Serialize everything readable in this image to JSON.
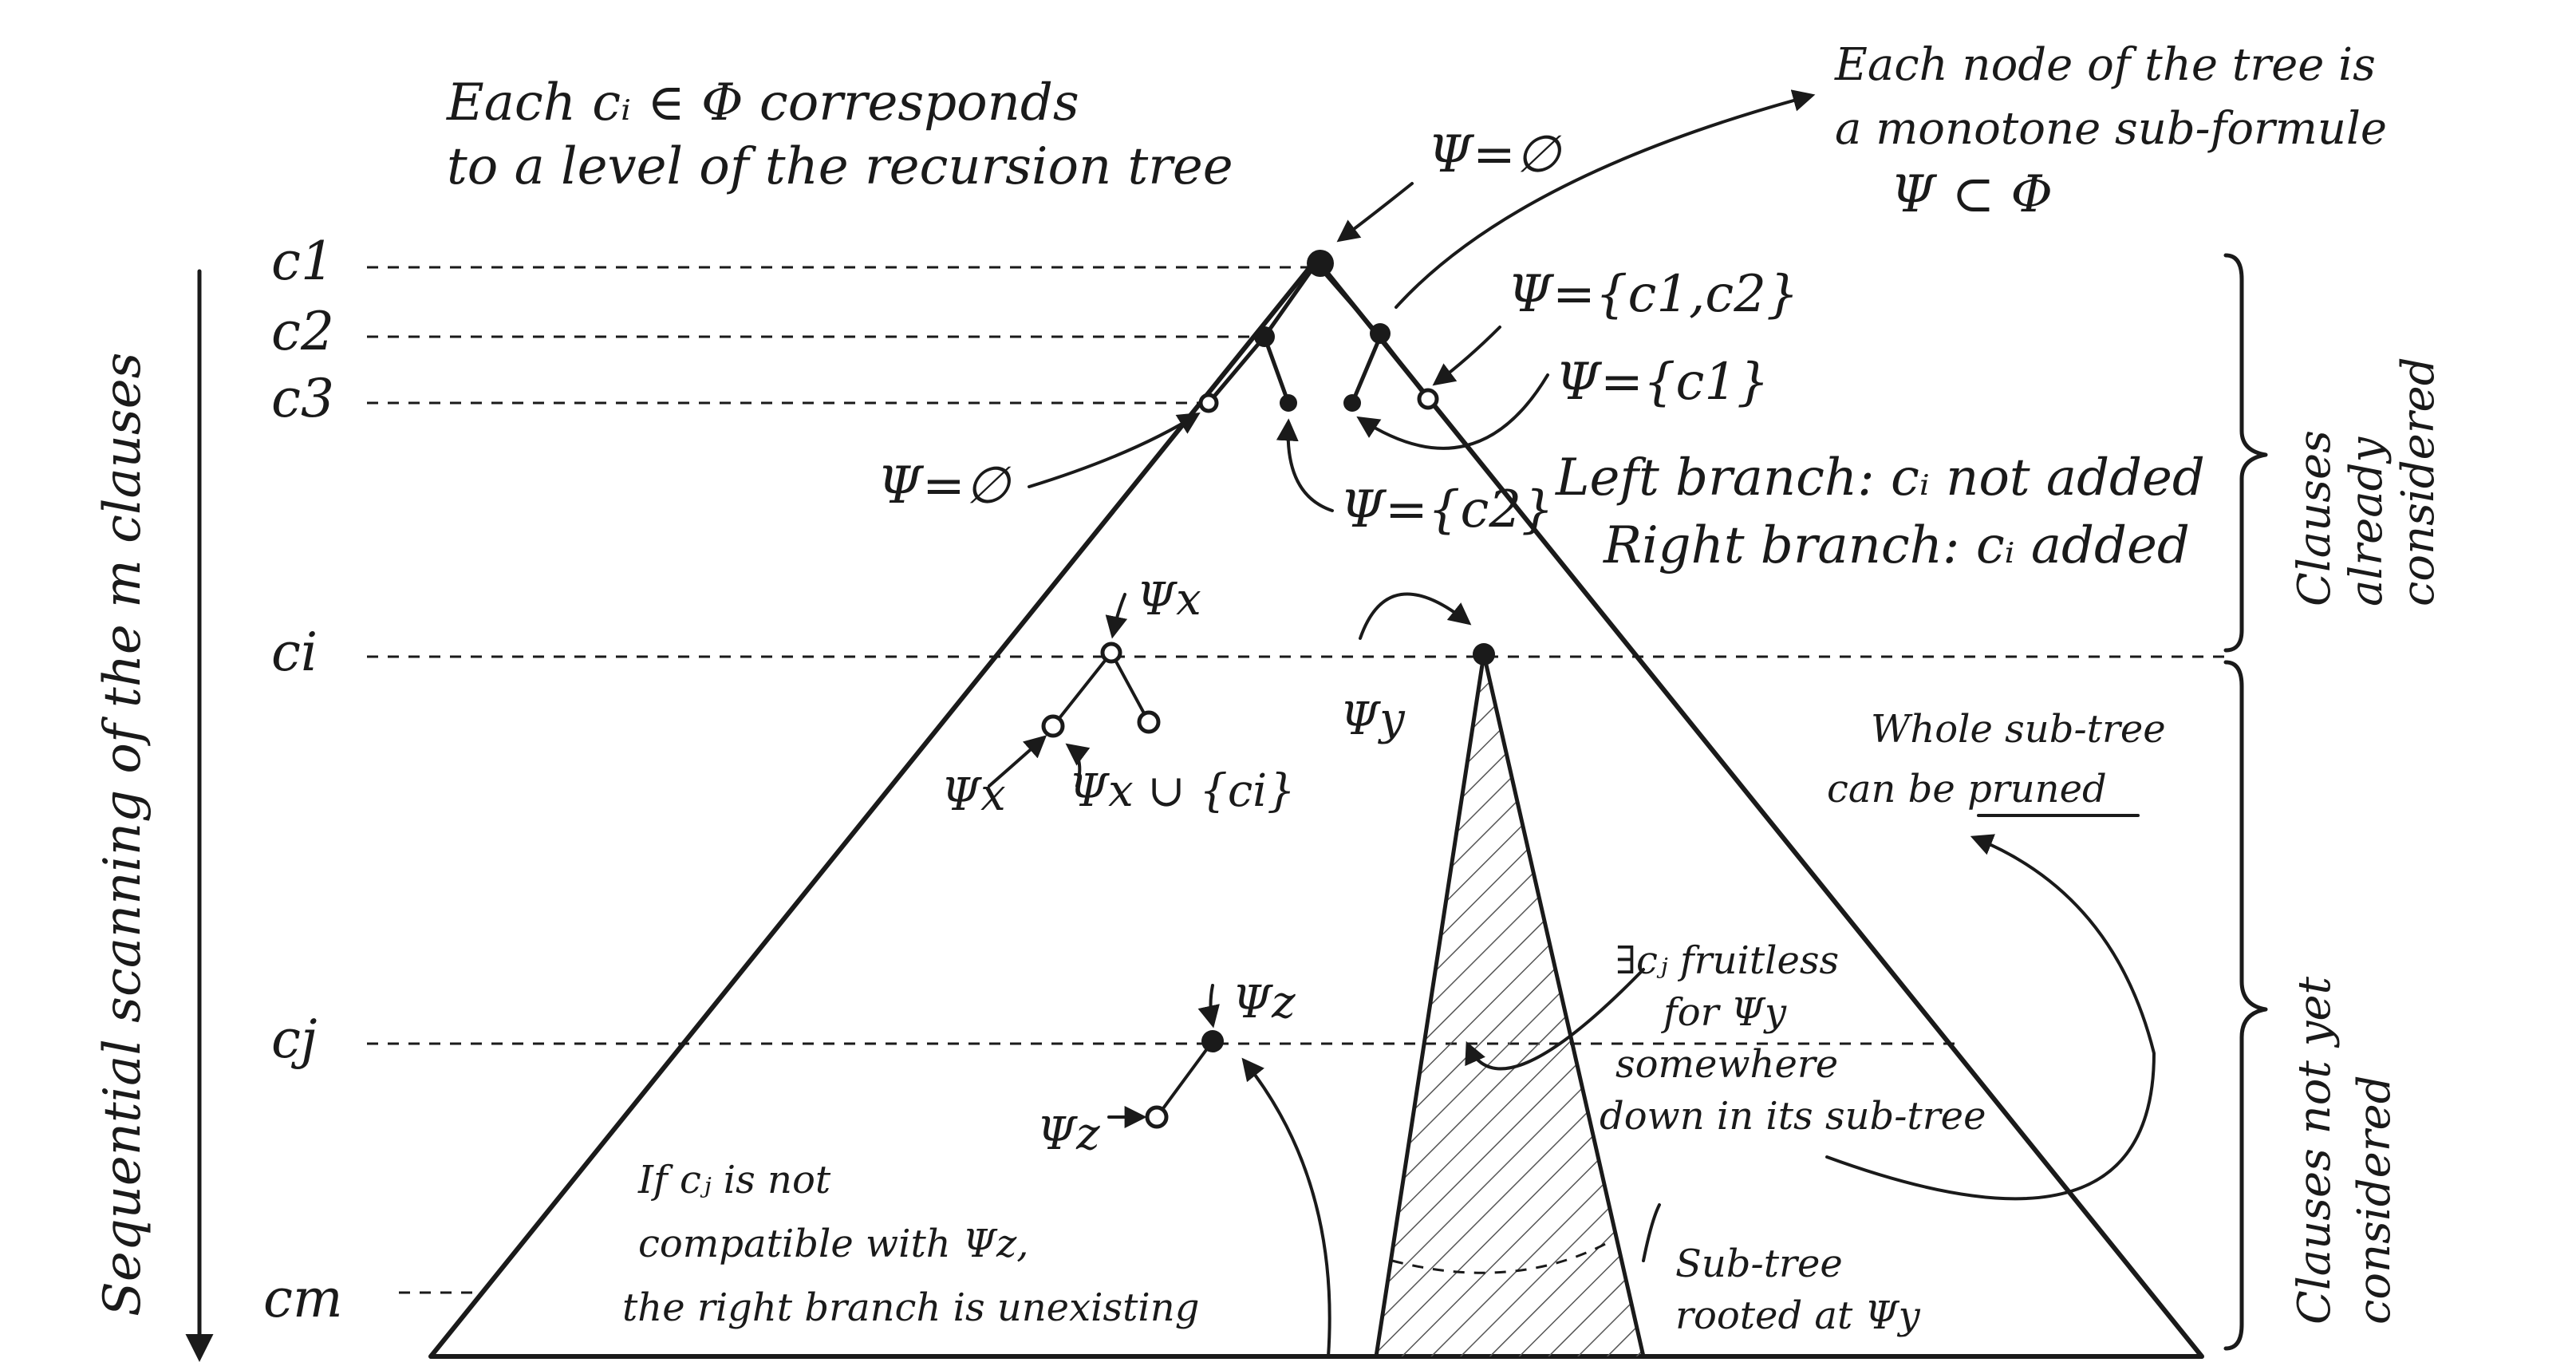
{
  "title_note": {
    "line1": "Each cᵢ ∈ Φ corresponds",
    "line2": "to a level of the recursion tree"
  },
  "node_note": {
    "line1": "Each node of the tree is",
    "line2": "a monotone sub-formule",
    "line3": "Ψ ⊂ Φ"
  },
  "vertical_axis_label": "Sequential scanning of the m clauses",
  "levels": {
    "c1": "c1",
    "c2": "c2",
    "c3": "c3",
    "ci": "ci",
    "cj": "cj",
    "cm": "cm"
  },
  "psi_labels": {
    "root": "Ψ=∅",
    "c1c2": "Ψ={c1,c2}",
    "c1": "Ψ={c1}",
    "left_empty": "Ψ=∅",
    "c2": "Ψ={c2}",
    "psi_x_top": "Ψx",
    "psi_x_left": "Ψx",
    "psi_x_right": "Ψx ∪ {ci}",
    "psi_y": "Ψy",
    "psi_z_top": "Ψz",
    "psi_z_left": "Ψz"
  },
  "branch_note": {
    "left": "Left branch: cᵢ not added",
    "right": "Right branch: cᵢ added"
  },
  "right_brackets": {
    "considered_line1": "Clauses",
    "considered_line2": "already",
    "considered_line3": "considered",
    "not_considered_line1": "Clauses not yet",
    "not_considered_line2": "considered"
  },
  "prune_note": {
    "line1": "Whole sub-tree",
    "line2": "can be pruned"
  },
  "fruitless_note": {
    "line1": "∃cⱼ fruitless",
    "line2": "for Ψy",
    "line3": "somewhere",
    "line4": "down in its sub-tree"
  },
  "subtree_note": {
    "line1": "Sub-tree",
    "line2": "rooted at Ψy"
  },
  "compat_note": {
    "line1": "If cⱼ is not",
    "line2": "compatible with Ψz,",
    "line3": "the right branch is unexisting"
  }
}
